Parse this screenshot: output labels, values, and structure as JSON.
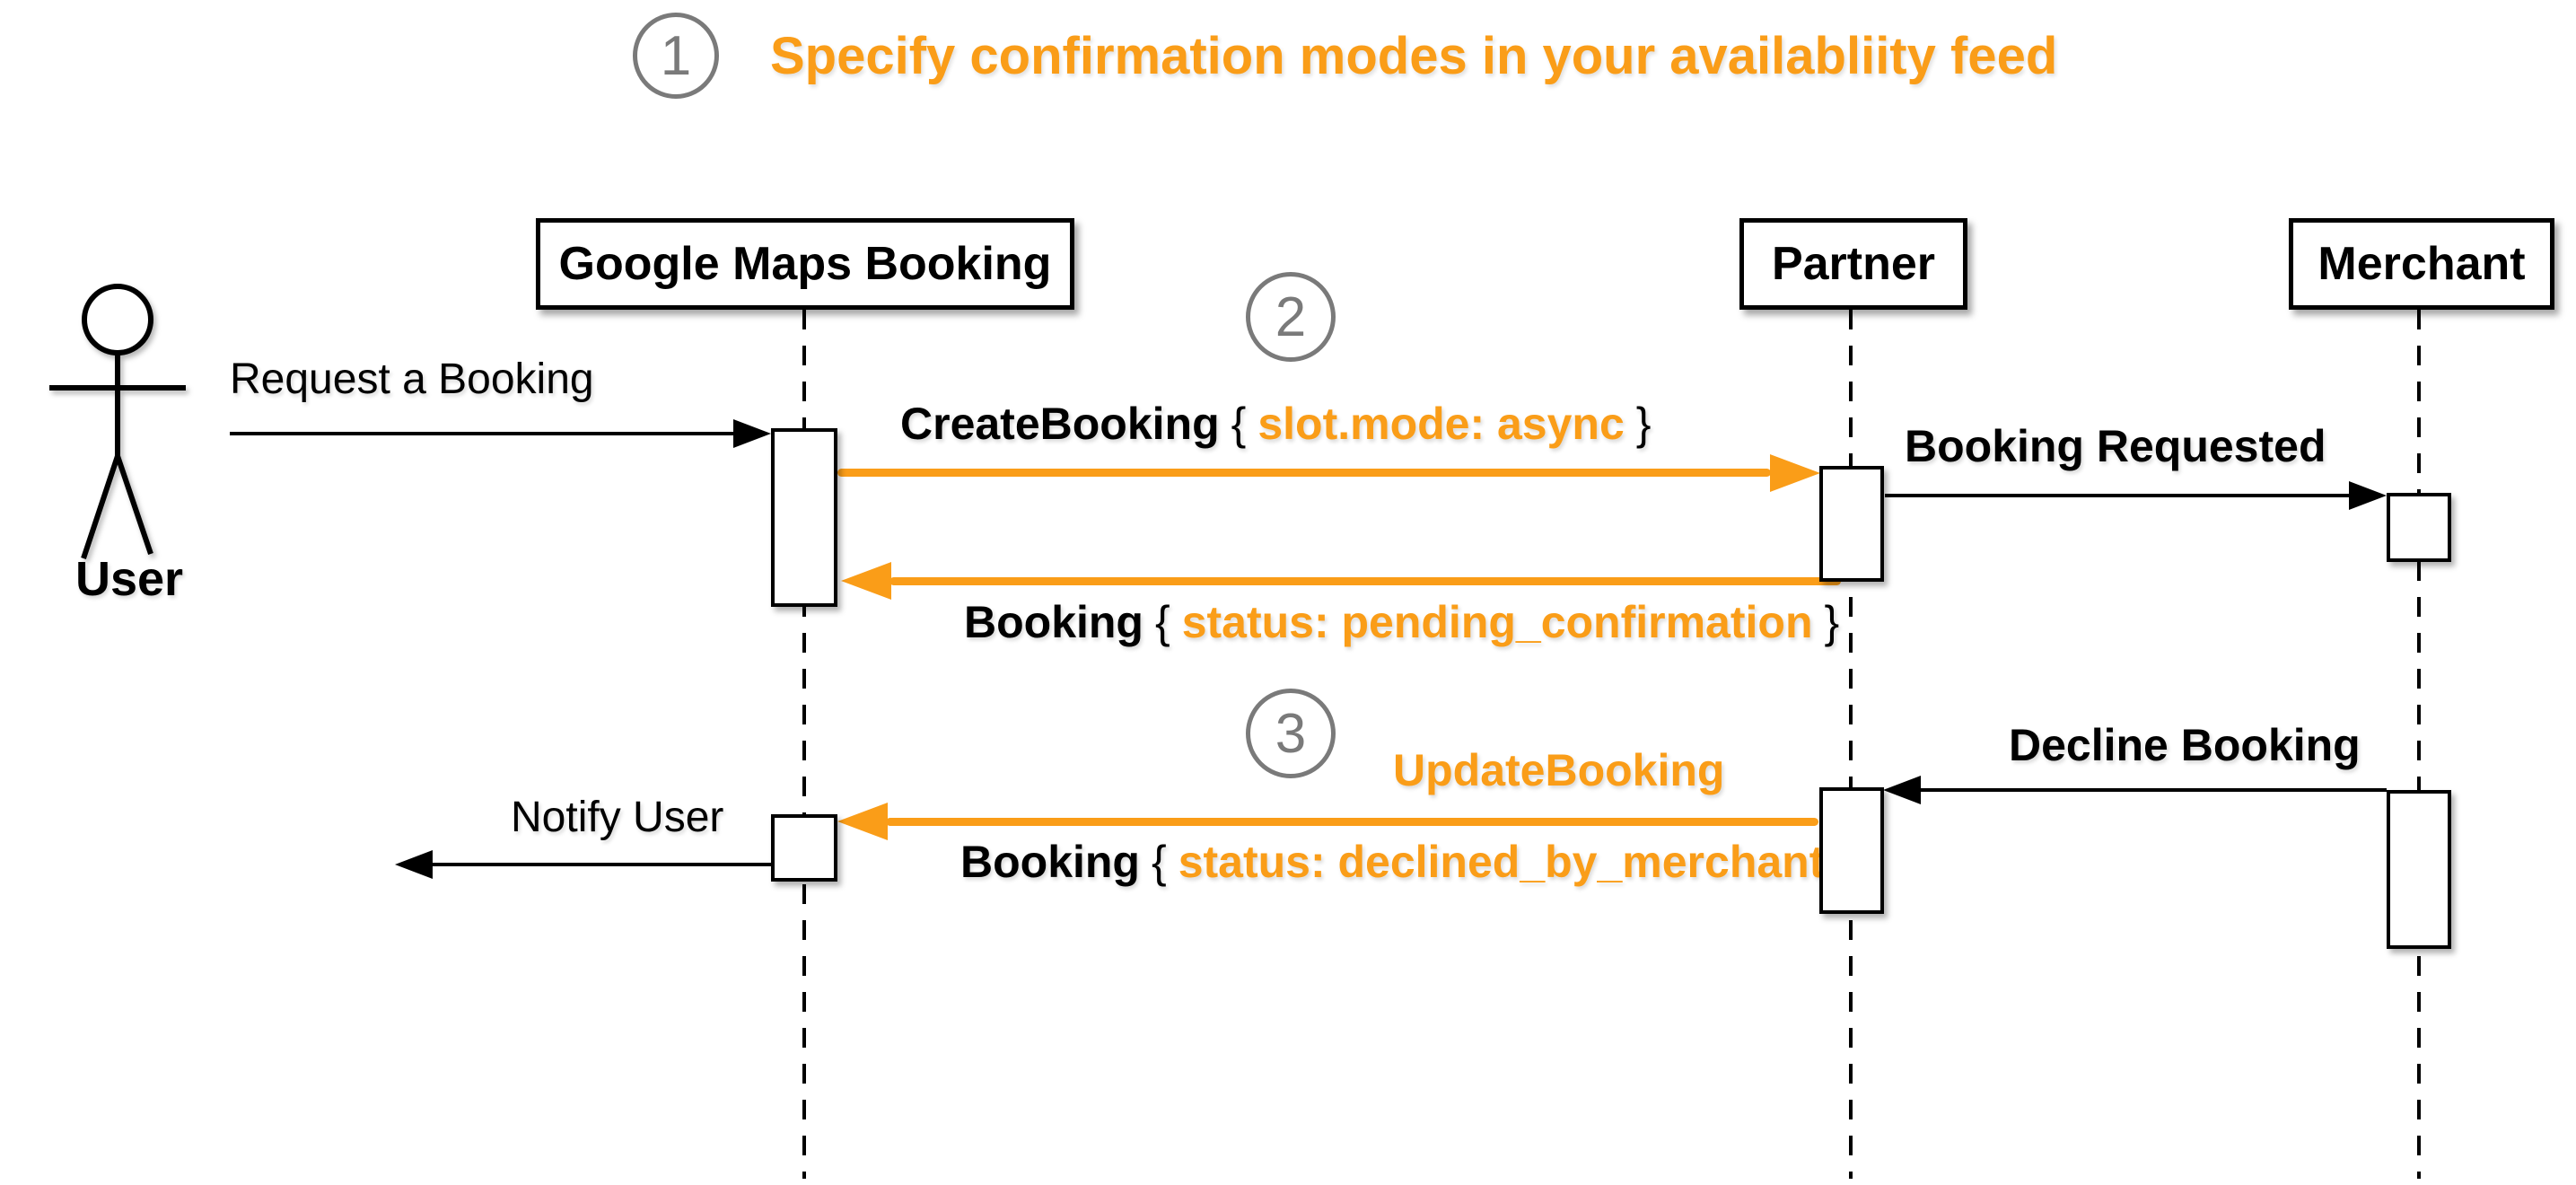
{
  "title": {
    "step_number": "1",
    "text": "Specify confirmation modes in your availabliity feed"
  },
  "steps": [
    {
      "number": "2"
    },
    {
      "number": "3"
    }
  ],
  "colors": {
    "orange": "#fa9d18",
    "badge_gray": "#7a7a7a",
    "black": "#000000"
  },
  "actors": {
    "user": {
      "label": "User"
    },
    "google": {
      "label": "Google Maps Booking"
    },
    "partner": {
      "label": "Partner"
    },
    "merchant": {
      "label": "Merchant"
    }
  },
  "messages": {
    "request_booking": {
      "label": "Request a Booking"
    },
    "create_booking": {
      "name": "CreateBooking",
      "brace_open": "{",
      "param": "slot.mode: async",
      "brace_close": "}"
    },
    "booking_requested": {
      "label": "Booking Requested"
    },
    "booking_pending": {
      "name": "Booking",
      "brace_open": "{",
      "param": "status: pending_confirmation",
      "brace_close": "}"
    },
    "update_booking": {
      "label": "UpdateBooking"
    },
    "decline_booking": {
      "label": "Decline Booking"
    },
    "booking_declined": {
      "name": "Booking",
      "brace_open": "{",
      "param": "status: declined_by_merchant",
      "brace_close": "}"
    },
    "notify_user": {
      "label": "Notify User"
    }
  }
}
